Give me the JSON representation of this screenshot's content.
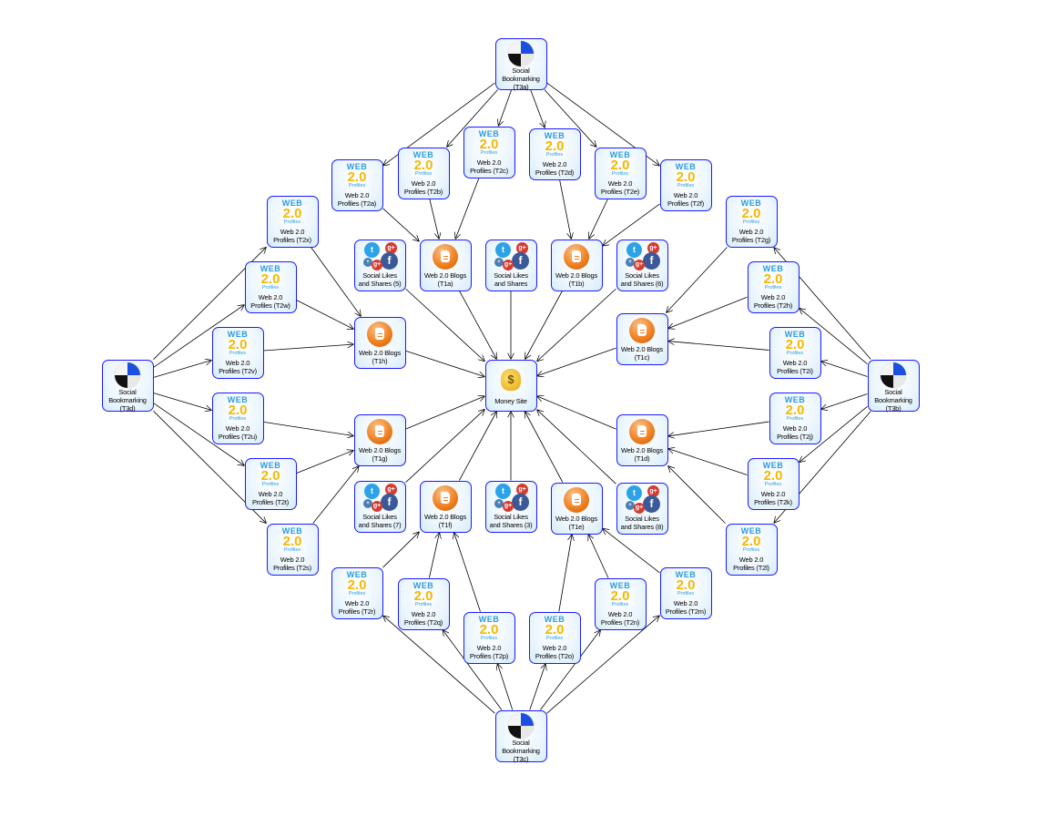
{
  "diagram": {
    "web20_logo": {
      "line1": "WEB",
      "line2": "2.0",
      "line3": "Profiles"
    },
    "money_symbol": "$",
    "nodes": [
      {
        "id": "money",
        "type": "money",
        "label": "Money Site"
      },
      {
        "id": "T3a",
        "type": "bookmark",
        "label": "Social\nBookmarking\n(T3a)"
      },
      {
        "id": "T3b",
        "type": "bookmark",
        "label": "Social\nBookmarking\n(T3b)"
      },
      {
        "id": "T3c",
        "type": "bookmark",
        "label": "Social\nBookmarking\n(T3c)"
      },
      {
        "id": "T3d",
        "type": "bookmark",
        "label": "Social\nBookmarking\n(T3d)"
      },
      {
        "id": "T2a",
        "type": "web20",
        "label": "Web 2.0\nProfiles (T2a)"
      },
      {
        "id": "T2b",
        "type": "web20",
        "label": "Web 2.0\nProfiles (T2b)"
      },
      {
        "id": "T2c",
        "type": "web20",
        "label": "Web 2.0\nProfiles (T2c)"
      },
      {
        "id": "T2d",
        "type": "web20",
        "label": "Web 2.0\nProfiles (T2d)"
      },
      {
        "id": "T2e",
        "type": "web20",
        "label": "Web 2.0\nProfiles (T2e)"
      },
      {
        "id": "T2f",
        "type": "web20",
        "label": "Web 2.0\nProfiles (T2f)"
      },
      {
        "id": "T2g",
        "type": "web20",
        "label": "Web 2.0\nProfiles (T2g)"
      },
      {
        "id": "T2h",
        "type": "web20",
        "label": "Web 2.0\nProfiles (T2h)"
      },
      {
        "id": "T2i",
        "type": "web20",
        "label": "Web 2.0\nProfiles (T2i)"
      },
      {
        "id": "T2j",
        "type": "web20",
        "label": "Web 2.0\nProfiles (T2j)"
      },
      {
        "id": "T2k",
        "type": "web20",
        "label": "Web 2.0\nProfiles (T2k)"
      },
      {
        "id": "T2l",
        "type": "web20",
        "label": "Web 2.0\nProfiles (T2l)"
      },
      {
        "id": "T2m",
        "type": "web20",
        "label": "Web 2.0\nProfiles (T2m)"
      },
      {
        "id": "T2n",
        "type": "web20",
        "label": "Web 2.0\nProfiles (T2n)"
      },
      {
        "id": "T2o",
        "type": "web20",
        "label": "Web 2.0\nProfiles (T2o)"
      },
      {
        "id": "T2p",
        "type": "web20",
        "label": "Web 2.0\nProfiles (T2p)"
      },
      {
        "id": "T2q",
        "type": "web20",
        "label": "Web 2.0\nProfiles (T2q)"
      },
      {
        "id": "T2r",
        "type": "web20",
        "label": "Web 2.0\nProfiles (T2r)"
      },
      {
        "id": "T2s",
        "type": "web20",
        "label": "Web 2.0\nProfiles (T2s)"
      },
      {
        "id": "T2t",
        "type": "web20",
        "label": "Web 2.0\nProfiles (T2t)"
      },
      {
        "id": "T2u",
        "type": "web20",
        "label": "Web 2.0\nProfiles (T2u)"
      },
      {
        "id": "T2v",
        "type": "web20",
        "label": "Web 2.0\nProfiles (T2v)"
      },
      {
        "id": "T2w",
        "type": "web20",
        "label": "Web 2.0\nProfiles (T2w)"
      },
      {
        "id": "T2x",
        "type": "web20",
        "label": "Web 2.0\nProfiles (T2x)"
      },
      {
        "id": "T1a",
        "type": "blog",
        "label": "Web 2.0 Blogs\n(T1a)"
      },
      {
        "id": "T1b",
        "type": "blog",
        "label": "Web 2.0 Blogs\n(T1b)"
      },
      {
        "id": "T1c",
        "type": "blog",
        "label": "Web 2.0 Blogs\n(T1c)"
      },
      {
        "id": "T1d",
        "type": "blog",
        "label": "Web 2.0 Blogs\n(T1d)"
      },
      {
        "id": "T1e",
        "type": "blog",
        "label": "Web 2.0 Blogs\n(T1e)"
      },
      {
        "id": "T1f",
        "type": "blog",
        "label": "Web 2.0 Blogs\n(T1f)"
      },
      {
        "id": "T1g",
        "type": "blog",
        "label": "Web 2.0 Blogs\n(T1g)"
      },
      {
        "id": "T1h",
        "type": "blog",
        "label": "Web 2.0 Blogs\n(T1h)"
      },
      {
        "id": "S5",
        "type": "social",
        "label": "Social Likes\nand Shares (5)"
      },
      {
        "id": "S0",
        "type": "social",
        "label": "Social Likes\nand Shares"
      },
      {
        "id": "S6",
        "type": "social",
        "label": "Social Likes\nand Shares (6)"
      },
      {
        "id": "S7",
        "type": "social",
        "label": "Social Likes\nand Shares (7)"
      },
      {
        "id": "S3",
        "type": "social",
        "label": "Social Likes\nand Shares (3)"
      },
      {
        "id": "S8",
        "type": "social",
        "label": "Social Likes\nand Shares (8)"
      }
    ],
    "edges": [
      [
        "T3a",
        "T2a"
      ],
      [
        "T3a",
        "T2b"
      ],
      [
        "T3a",
        "T2c"
      ],
      [
        "T3a",
        "T2d"
      ],
      [
        "T3a",
        "T2e"
      ],
      [
        "T3a",
        "T2f"
      ],
      [
        "T2a",
        "T1a"
      ],
      [
        "T2b",
        "T1a"
      ],
      [
        "T2c",
        "T1a"
      ],
      [
        "T2d",
        "T1b"
      ],
      [
        "T2e",
        "T1b"
      ],
      [
        "T2f",
        "T1b"
      ],
      [
        "T3b",
        "T2g"
      ],
      [
        "T3b",
        "T2h"
      ],
      [
        "T3b",
        "T2i"
      ],
      [
        "T3b",
        "T2j"
      ],
      [
        "T3b",
        "T2k"
      ],
      [
        "T3b",
        "T2l"
      ],
      [
        "T2g",
        "T1c"
      ],
      [
        "T2h",
        "T1c"
      ],
      [
        "T2i",
        "T1c"
      ],
      [
        "T2j",
        "T1d"
      ],
      [
        "T2k",
        "T1d"
      ],
      [
        "T2l",
        "T1d"
      ],
      [
        "T3c",
        "T2m"
      ],
      [
        "T3c",
        "T2n"
      ],
      [
        "T3c",
        "T2o"
      ],
      [
        "T3c",
        "T2p"
      ],
      [
        "T3c",
        "T2q"
      ],
      [
        "T3c",
        "T2r"
      ],
      [
        "T2r",
        "T1f"
      ],
      [
        "T2q",
        "T1f"
      ],
      [
        "T2p",
        "T1f"
      ],
      [
        "T2o",
        "T1e"
      ],
      [
        "T2n",
        "T1e"
      ],
      [
        "T2m",
        "T1e"
      ],
      [
        "T3d",
        "T2s"
      ],
      [
        "T3d",
        "T2t"
      ],
      [
        "T3d",
        "T2u"
      ],
      [
        "T3d",
        "T2v"
      ],
      [
        "T3d",
        "T2w"
      ],
      [
        "T3d",
        "T2x"
      ],
      [
        "T2x",
        "T1h"
      ],
      [
        "T2w",
        "T1h"
      ],
      [
        "T2v",
        "T1h"
      ],
      [
        "T2u",
        "T1g"
      ],
      [
        "T2t",
        "T1g"
      ],
      [
        "T2s",
        "T1g"
      ],
      [
        "T1a",
        "money"
      ],
      [
        "T1b",
        "money"
      ],
      [
        "T1c",
        "money"
      ],
      [
        "T1d",
        "money"
      ],
      [
        "T1e",
        "money"
      ],
      [
        "T1f",
        "money"
      ],
      [
        "T1g",
        "money"
      ],
      [
        "T1h",
        "money"
      ],
      [
        "S5",
        "money"
      ],
      [
        "S0",
        "money"
      ],
      [
        "S6",
        "money"
      ],
      [
        "S7",
        "money"
      ],
      [
        "S3",
        "money"
      ],
      [
        "S8",
        "money"
      ]
    ]
  }
}
